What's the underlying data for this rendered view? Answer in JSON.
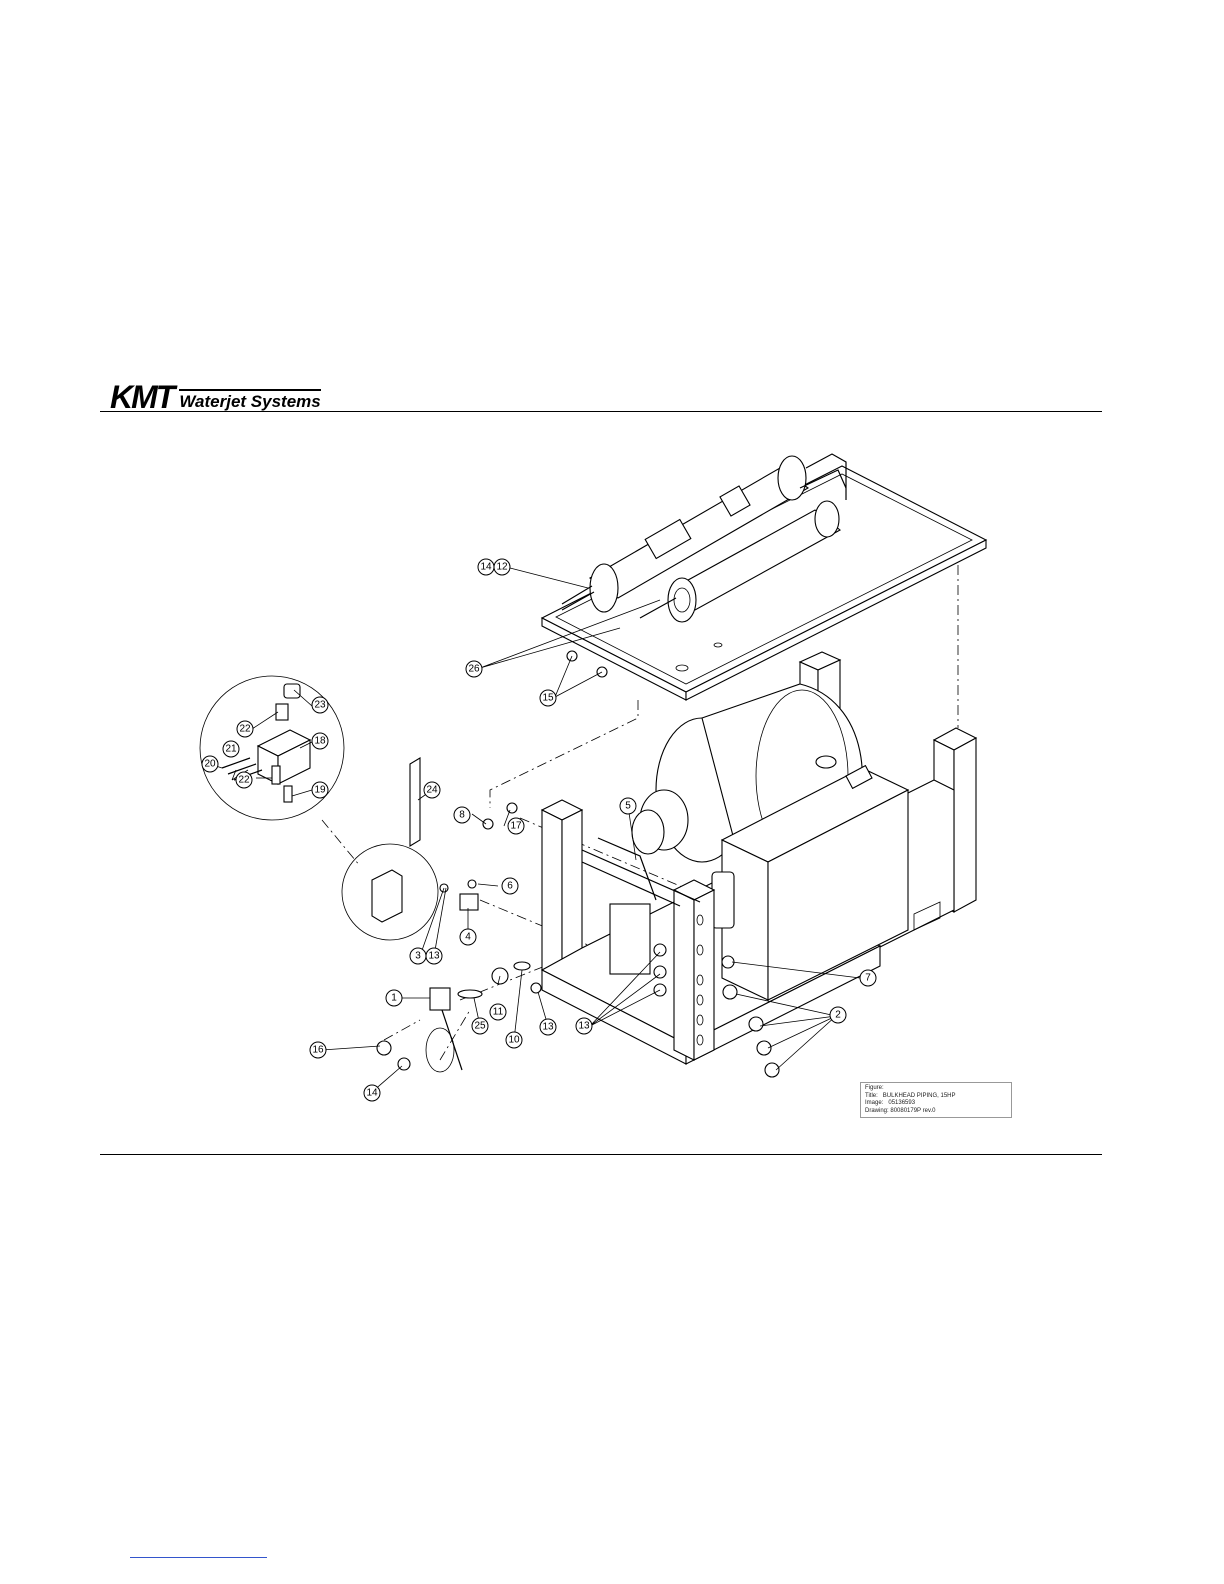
{
  "header": {
    "logo_mark": "KMT",
    "logo_text": "Waterjet Systems"
  },
  "title_block": {
    "figure_label": "Figure:",
    "title_label": "Title:",
    "title_value": "BULKHEAD PIPING, 15HP",
    "image_label": "Image:",
    "image_value": "05136593",
    "drawing_label": "Drawing:",
    "drawing_value": "80080179P rev.0"
  },
  "callouts": [
    "14",
    "12",
    "26",
    "15",
    "23",
    "22",
    "18",
    "21",
    "20",
    "22",
    "19",
    "24",
    "5",
    "8",
    "17",
    "6",
    "3",
    "13",
    "4",
    "7",
    "1",
    "25",
    "11",
    "10",
    "13",
    "13",
    "2",
    "16",
    "14"
  ]
}
